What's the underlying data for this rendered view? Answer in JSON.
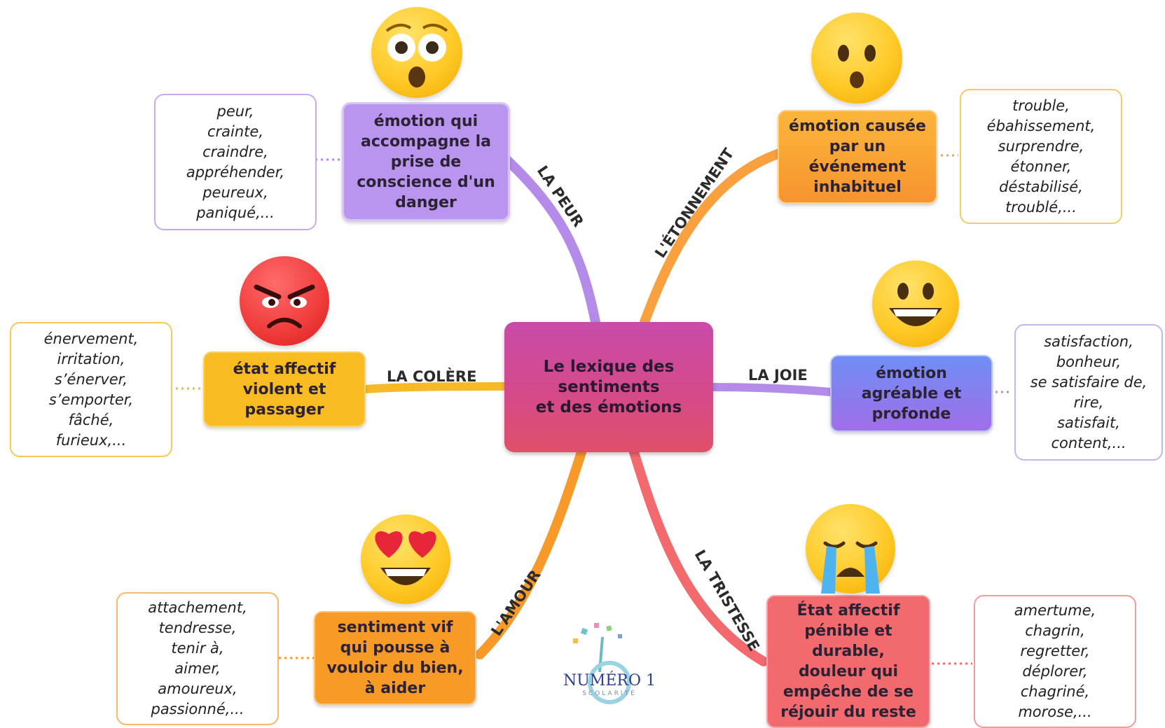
{
  "center": {
    "text": "Le lexique des\nsentiments\net des émotions",
    "color": "#d44a8a"
  },
  "branches": {
    "peur": {
      "label": "LA PEUR",
      "definition": "émotion qui\naccompagne la\nprise de\nconscience d'un\ndanger",
      "words": "peur,\ncrainte,\ncraindre,\nappréhender,\npeureux,\npaniqué,...",
      "emoji": "astonished-face-icon",
      "color": "#b48be8"
    },
    "etonnement": {
      "label": "L'ÉTONNEMENT",
      "definition": "émotion causée\npar un\névénement\ninhabituel",
      "words": "trouble,\nébahissement,\nsurprendre,\nétonner,\ndéstabilisé,\ntroublé,...",
      "emoji": "hushed-face-icon",
      "color": "#f9a03f"
    },
    "colere": {
      "label": "LA COLÈRE",
      "definition": "état affectif\nviolent et\npassager",
      "words": "énervement,\nirritation,\ns’énerver,\ns’emporter,\nfâché,\nfurieux,...",
      "emoji": "angry-face-icon",
      "color": "#f7b928"
    },
    "joie": {
      "label": "LA JOIE",
      "definition": "émotion\nagréable et\nprofonde",
      "words": "satisfaction,\nbonheur,\nse satisfaire de,\nrire,\nsatisfait,\ncontent,...",
      "emoji": "grinning-face-icon",
      "color": "#8e7ef0"
    },
    "amour": {
      "label": "L'AMOUR",
      "definition": "sentiment vif\nqui pousse à\nvouloir du bien,\nà aider",
      "words": "attachement,\ntendresse,\ntenir à,\naimer,\namoureux,\npassionné,...",
      "emoji": "heart-eyes-face-icon",
      "color": "#f89a2a"
    },
    "tristesse": {
      "label": "LA TRISTESSE",
      "definition": "État affectif\npénible et\ndurable,\ndouleur qui\nempêche de se\nréjouir du reste",
      "words": "amertume,\nchagrin,\nregretter,\ndéplorer,\nchagriné,\nmorose,...",
      "emoji": "crying-face-icon",
      "color": "#f26a6e"
    }
  },
  "logo": {
    "name": "NUMÉRO 1",
    "sub": "SCOLARITÉ"
  }
}
